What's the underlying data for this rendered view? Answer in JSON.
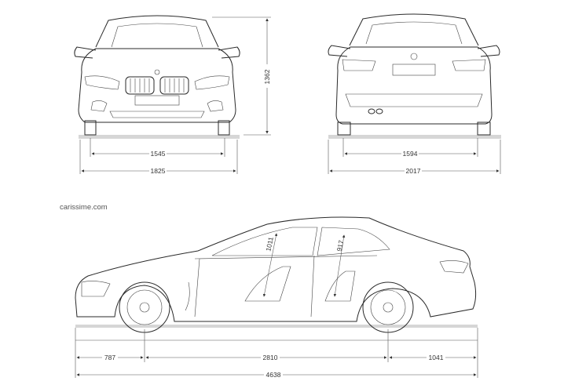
{
  "watermark": "carissime.com",
  "dimensions": {
    "height": "1362",
    "front_track": "1545",
    "width_mirrors_front": "1825",
    "rear_track": "1594",
    "width_mirrors_rear": "2017",
    "front_overhang": "787",
    "wheelbase": "2810",
    "rear_overhang": "1041",
    "length": "4638",
    "front_legroom": "1011",
    "rear_legroom": "917"
  },
  "colors": {
    "line": "#2a2a2a",
    "ground": "#d6d6d6"
  }
}
